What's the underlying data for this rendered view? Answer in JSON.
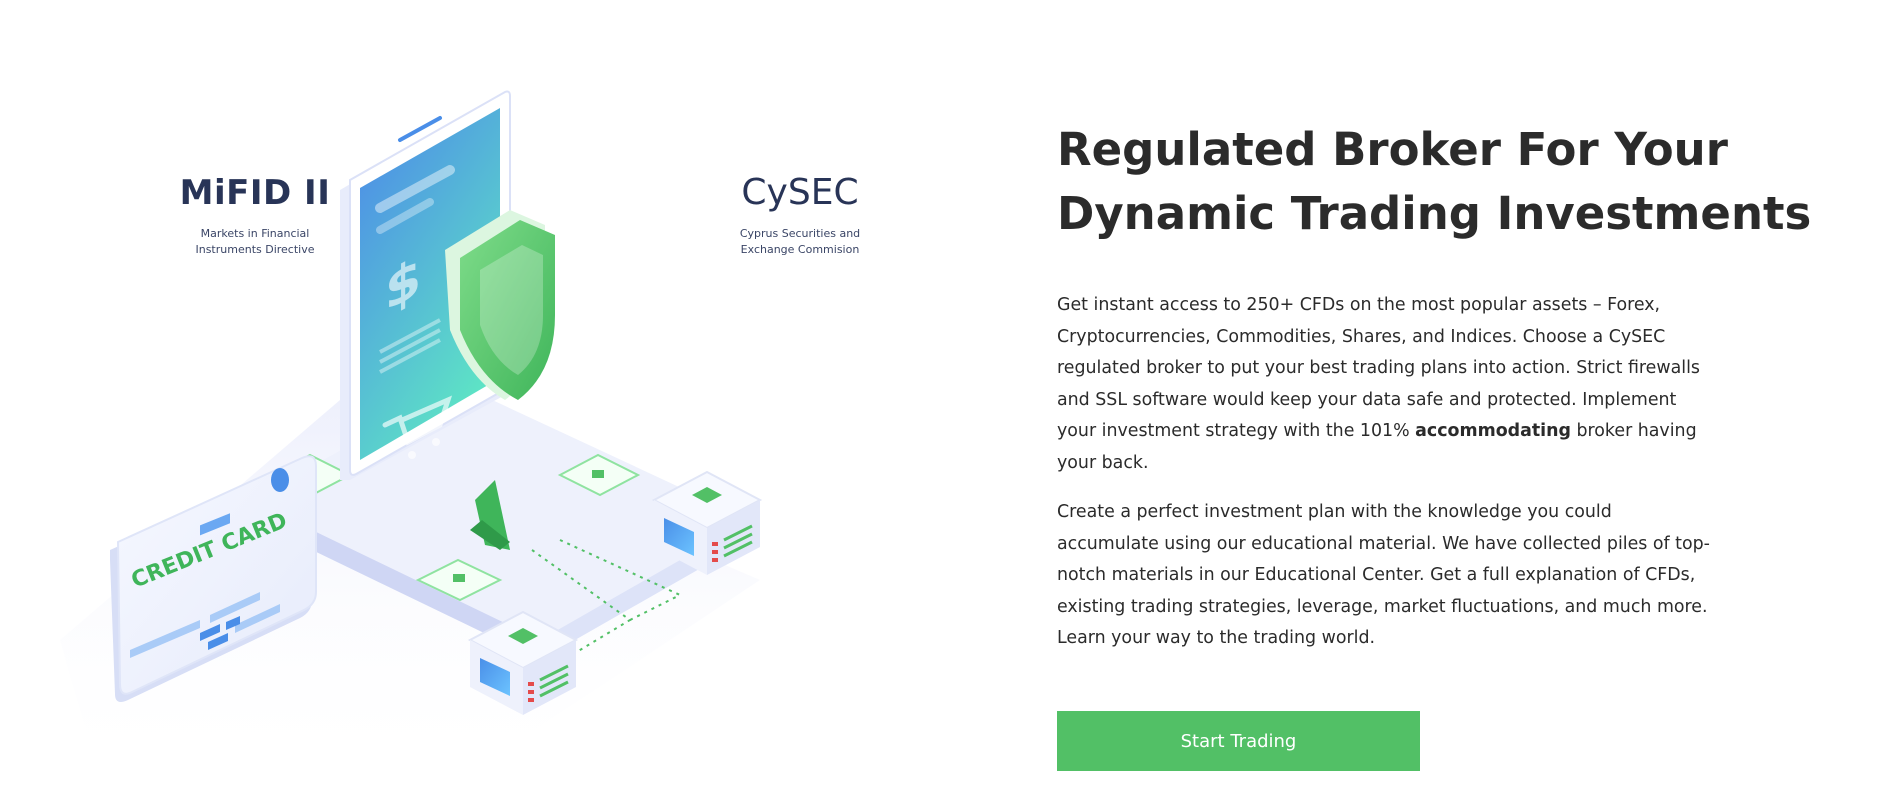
{
  "illustration": {
    "mifid_title": "MiFID II",
    "mifid_sub_line1": "Markets in Financial",
    "mifid_sub_line2": "Instruments Directive",
    "cysec_title": "CySEC",
    "cysec_sub_line1": "Cyprus Securities and",
    "cysec_sub_line2": "Exchange Commision",
    "card_label": "CREDIT CARD",
    "dollar_symbol": "$",
    "icons": [
      "phone-icon",
      "shield-icon",
      "dollar-icon",
      "cart-icon",
      "checkmark-icon",
      "credit-card-icon",
      "server-icon",
      "chip-icon"
    ]
  },
  "content": {
    "heading_line1": "Regulated Broker For Your",
    "heading_line2": "Dynamic Trading Investments",
    "p1": {
      "l1": "Get instant access to 250+ CFDs on the most popular assets – Forex,",
      "l2": "Cryptocurrencies, Commodities, Shares, and Indices. Choose a CySEC",
      "l3": "regulated broker to put your best trading plans into action. Strict firewalls",
      "l4": "and SSL software would keep your data safe and protected. Implement",
      "l5_pre": "your investment strategy with the 101% ",
      "l5_bold": "accommodating",
      "l5_post": " broker having",
      "l6": "your back."
    },
    "p2": {
      "l1": "Create a perfect investment plan with the knowledge you could",
      "l2": "accumulate using our educational material. We have collected piles of top-",
      "l3": "notch materials in our Educational Center. Get a full explanation of CFDs,",
      "l4": "existing trading strategies, leverage, market fluctuations, and much more.",
      "l5": "Learn your way to the trading world."
    },
    "cta_label": "Start Trading"
  },
  "colors": {
    "accent_green": "#52c066",
    "navy": "#283457",
    "text": "#2b2b2b",
    "phone_blue": "#4a8ee8",
    "phone_teal": "#5fe3c3"
  }
}
